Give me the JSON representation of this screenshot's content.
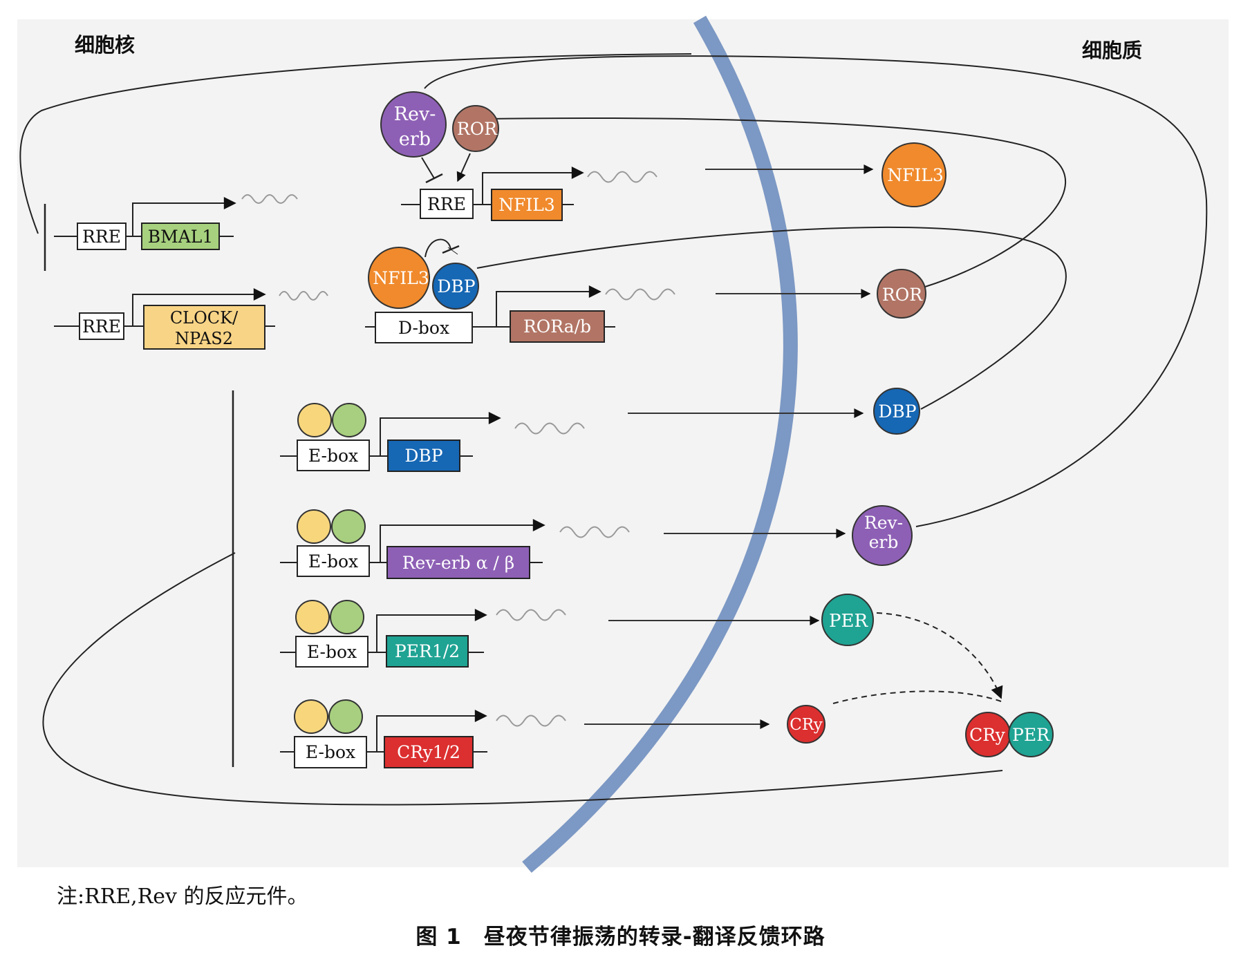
{
  "regions": {
    "nucleus": "细胞核",
    "cytoplasm": "细胞质"
  },
  "genes": {
    "bmal1": {
      "element": "RRE",
      "gene": "BMAL1"
    },
    "clock": {
      "element": "RRE",
      "gene_line1": "CLOCK/",
      "gene_line2": "NPAS2"
    },
    "nfil3": {
      "element": "RRE",
      "gene": "NFIL3"
    },
    "rora": {
      "element": "D-box",
      "gene": "RORa/b"
    },
    "dbp": {
      "element": "E-box",
      "gene": "DBP"
    },
    "reverb": {
      "element": "E-box",
      "gene": "Rev-erb α / β"
    },
    "per": {
      "element": "E-box",
      "gene": "PER1/2"
    },
    "cry": {
      "element": "E-box",
      "gene": "CRy1/2"
    }
  },
  "bound_factors": {
    "reverb_line1": "Rev-",
    "reverb_line2": "erb",
    "ror": "ROR",
    "nfil3": "NFIL3",
    "dbp": "DBP"
  },
  "proteins": {
    "nfil3": "NFIL3",
    "ror": "ROR",
    "dbp": "DBP",
    "reverb_line1": "Rev-",
    "reverb_line2": "erb",
    "per": "PER",
    "cry": "CRy",
    "complex_cry": "CRy",
    "complex_per": "PER"
  },
  "colors": {
    "background": "#f3f3f3",
    "membrane": "#7c98c4",
    "bmal1": "#a7d17e",
    "clock": "#f8d486",
    "nfil3": "#f08a2c",
    "ror": "#b27565",
    "dbp": "#1667b4",
    "reverb": "#8e60b5",
    "per": "#1fa393",
    "cry": "#dc2f2f",
    "ebox_yellow": "#f8d67c",
    "ebox_green": "#a7cf7f"
  },
  "note": "注:RRE,Rev 的反应元件。",
  "caption": "图 1　昼夜节律振荡的转录-翻译反馈环路"
}
